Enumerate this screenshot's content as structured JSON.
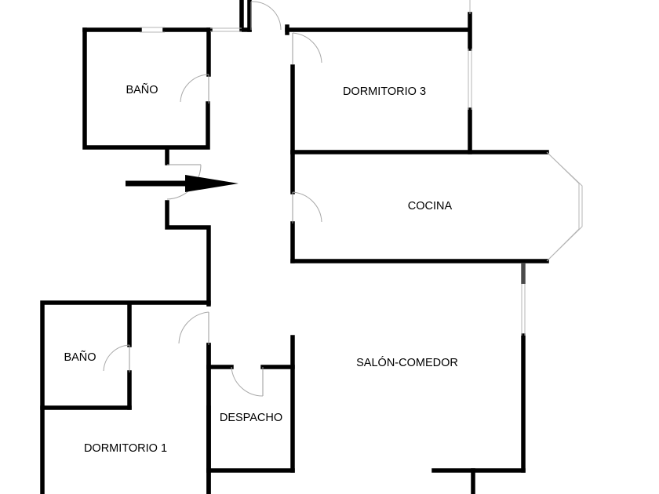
{
  "rooms": [
    {
      "key": "bano_top",
      "label": "BAÑO"
    },
    {
      "key": "dormitorio_3",
      "label": "DORMITORIO 3"
    },
    {
      "key": "cocina",
      "label": "COCINA"
    },
    {
      "key": "bano_left",
      "label": "BAÑO"
    },
    {
      "key": "salon_comedor",
      "label": "SALÓN-COMEDOR"
    },
    {
      "key": "despacho",
      "label": "DESPACHO"
    },
    {
      "key": "dormitorio_1",
      "label": "DORMITORIO 1"
    }
  ],
  "entrance": {
    "icon": "entrance-arrow-icon"
  }
}
